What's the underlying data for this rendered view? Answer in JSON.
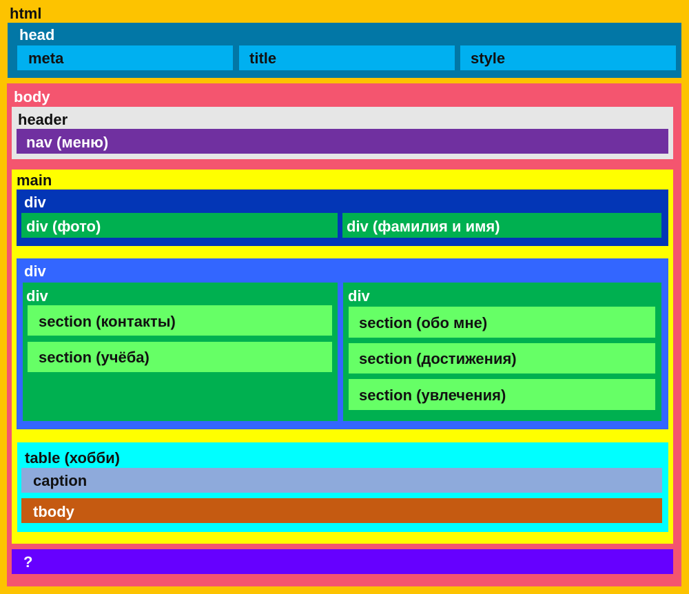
{
  "labels": {
    "html": "html",
    "head": "head",
    "meta": "meta",
    "title": "title",
    "style": "style",
    "body": "body",
    "header": "header",
    "nav": "nav (меню)",
    "main": "main",
    "div_top": "div",
    "div_photo": "div (фото)",
    "div_name": "div (фамилия и имя)",
    "div_mid": "div",
    "div_left": "div",
    "section_contacts": "section (контакты)",
    "section_study": "section (учёба)",
    "div_right": "div",
    "section_about": "section (обо мне)",
    "section_achievements": "section (достижения)",
    "section_hobbies": "section (увлечения)",
    "table": "table (хобби)",
    "caption": "caption",
    "tbody": "tbody",
    "footer_unknown": "?"
  },
  "colors": {
    "html": "#fdc300",
    "head": "#0277a6",
    "head_items": "#00b0f0",
    "body": "#f4556f",
    "header": "#e6e6e6",
    "nav": "#7030a0",
    "main": "#ffff00",
    "div_top": "#0336b6",
    "div_inner": "#00b050",
    "div_mid": "#3366ff",
    "section": "#66ff66",
    "table": "#00ffff",
    "caption": "#8eaadb",
    "tbody": "#c55a11",
    "footer": "#6600ff"
  }
}
